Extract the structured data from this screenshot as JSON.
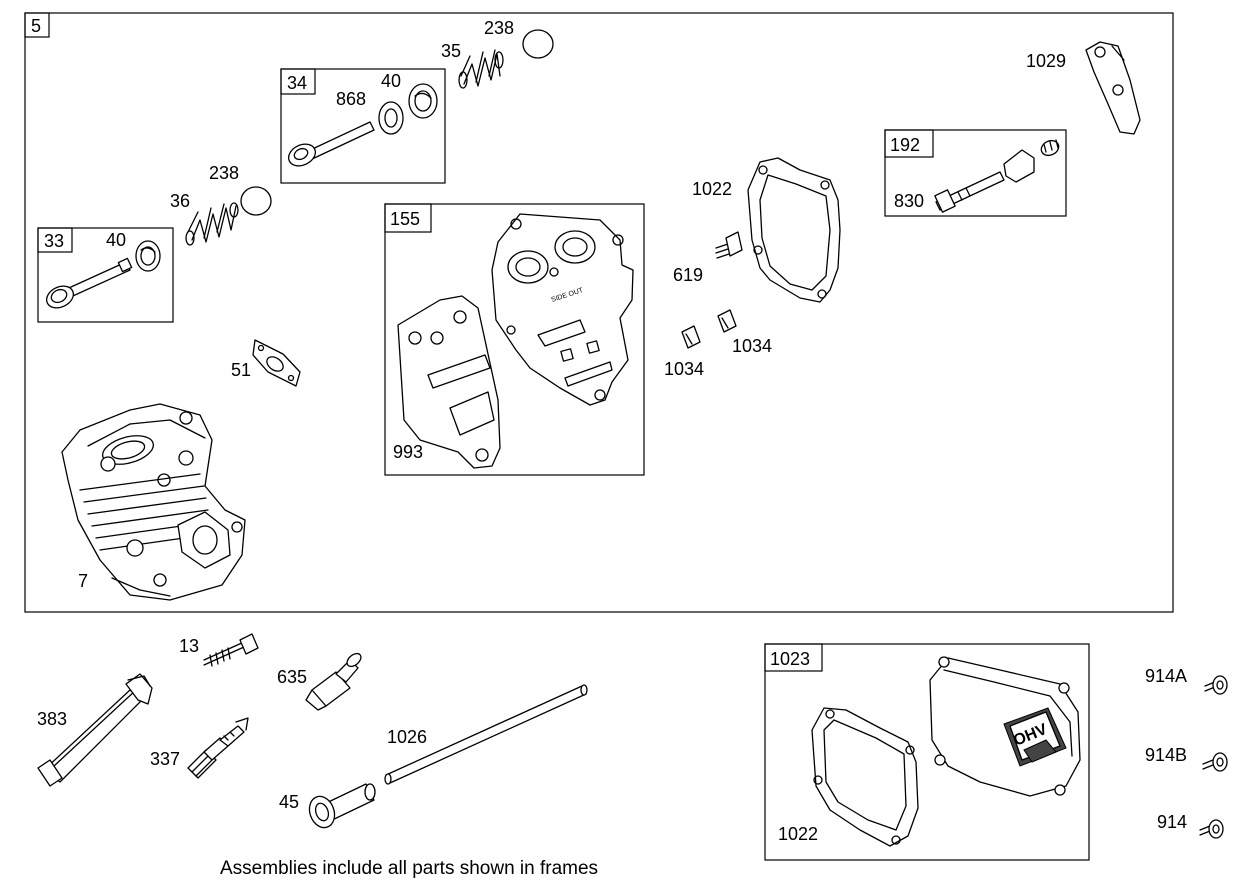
{
  "frames": {
    "main": "5",
    "intake_valve": "33",
    "exhaust_valve": "34",
    "gasket_set": "155",
    "breather": "192",
    "cover": "1023"
  },
  "parts": {
    "p33_40": "40",
    "p36": "36",
    "p238_a": "238",
    "p34_868": "868",
    "p34_40": "40",
    "p35": "35",
    "p238_b": "238",
    "p51": "51",
    "p7": "7",
    "p993": "993",
    "p619": "619",
    "p1034_a": "1034",
    "p1034_b": "1034",
    "p1022_a": "1022",
    "p830": "830",
    "p1029": "1029",
    "p13": "13",
    "p383": "383",
    "p337": "337",
    "p635": "635",
    "p1026": "1026",
    "p45": "45",
    "p1022_b": "1022",
    "p914A": "914A",
    "p914B": "914B",
    "p914": "914"
  },
  "stamps": {
    "side_out": "SIDE OUT",
    "ohv": "OHV"
  },
  "caption": "Assemblies include all parts shown in frames"
}
